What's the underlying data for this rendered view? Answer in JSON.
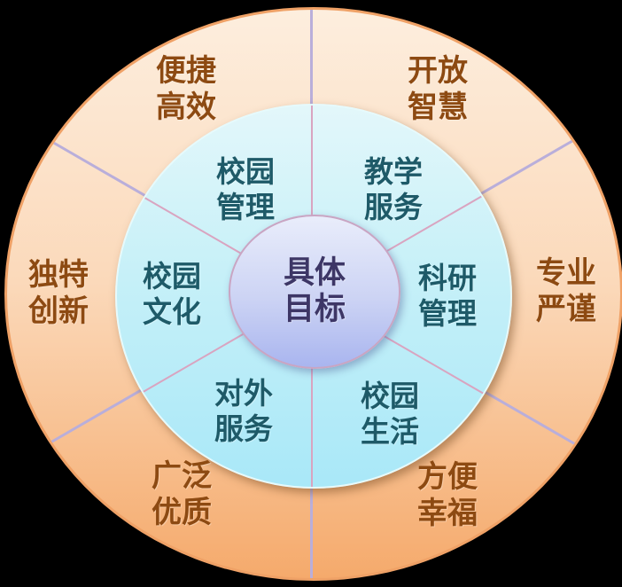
{
  "diagram": {
    "type": "concentric-ring-goal-diagram",
    "center": {
      "label": "具体\n目标",
      "text_color": "#3d3666"
    },
    "inner_ring": {
      "text_color": "#1e5a68",
      "items": [
        {
          "id": "campus-management",
          "text": "校园\n管理",
          "position": "top-left"
        },
        {
          "id": "teaching-services",
          "text": "教学\n服务",
          "position": "top-right"
        },
        {
          "id": "research-management",
          "text": "科研\n管理",
          "position": "right"
        },
        {
          "id": "campus-life",
          "text": "校园\n生活",
          "position": "bottom-right"
        },
        {
          "id": "external-services",
          "text": "对外\n服务",
          "position": "bottom-left"
        },
        {
          "id": "campus-culture",
          "text": "校园\n文化",
          "position": "left"
        }
      ]
    },
    "outer_ring": {
      "text_color": "#8d4a12",
      "items": [
        {
          "id": "convenient-efficient",
          "text": "便捷\n高效",
          "position": "top-left"
        },
        {
          "id": "open-wise",
          "text": "开放\n智慧",
          "position": "top-right"
        },
        {
          "id": "professional-rigorous",
          "text": "专业\n严谨",
          "position": "right"
        },
        {
          "id": "convenient-happy",
          "text": "方便\n幸福",
          "position": "bottom-right"
        },
        {
          "id": "broad-quality",
          "text": "广泛\n优质",
          "position": "bottom-left"
        },
        {
          "id": "unique-innovative",
          "text": "独特\n创新",
          "position": "left"
        }
      ]
    },
    "colors": {
      "background": "#000000",
      "outer_ring_top": "#fdeede",
      "outer_ring_bottom": "#f5aa6c",
      "outer_ring_border": "#efa166",
      "inner_ring_top": "#e3f7fa",
      "inner_ring_bottom": "#a9e8f8",
      "inner_ring_border": "#e6fafc",
      "center_top": "#e9edfb",
      "center_bottom": "#a9b5ef",
      "center_border": "#c9a5c3",
      "divider_outer": "#b9aeda",
      "divider_inner": "#d9a4c0"
    }
  }
}
